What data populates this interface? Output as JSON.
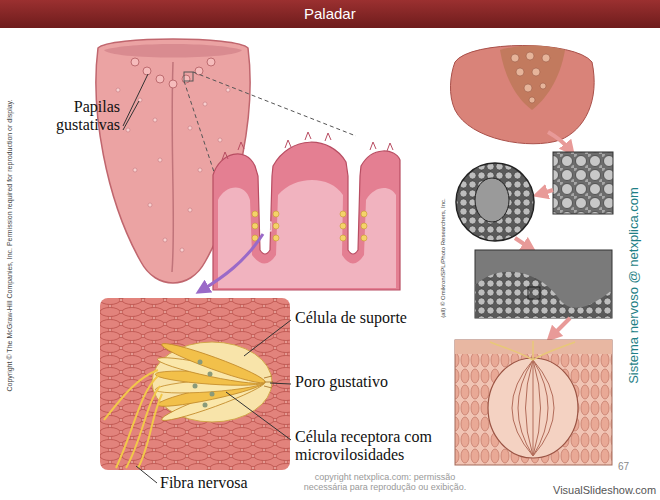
{
  "diagram": {
    "title": "Paladar",
    "labels": [
      "Papilas gustativas",
      "Célula de suporte",
      "Poro gustativo",
      "Célula receptora com microvilosidades",
      "Fibra nervosa",
      "Copyright © The McGraw-Hill Companies, Inc. Permission required for reproduction or display.",
      "(all) © Omikron/SPL/Photo Researchers, Inc.",
      "Sistema nervoso @ netxplica.com",
      "copyright netxplica.com: permissão necessária para reprodução ou exibição.",
      "67",
      "VisualSlideshow.com"
    ]
  }
}
